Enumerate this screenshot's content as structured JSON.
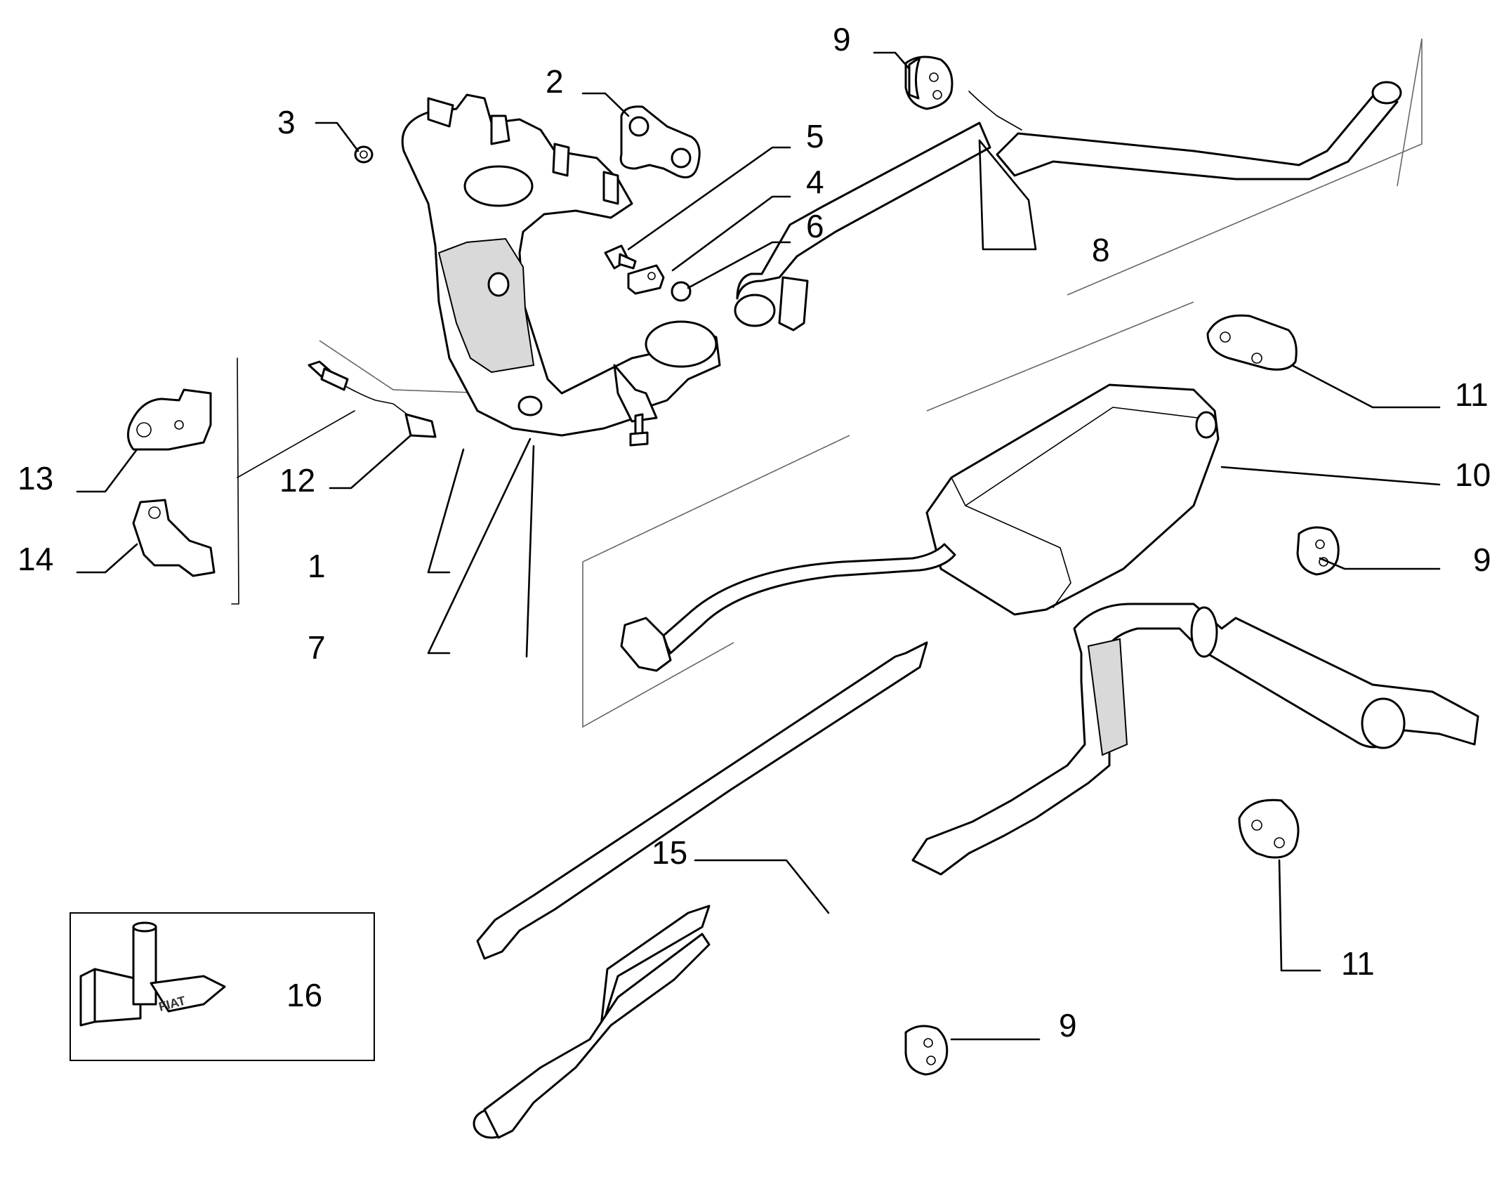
{
  "diagram": {
    "callouts": {
      "c1": "1",
      "c2": "2",
      "c3": "3",
      "c4": "4",
      "c5": "5",
      "c6": "6",
      "c7": "7",
      "c8": "8",
      "c9_top": "9",
      "c9_right": "9",
      "c9_bottom": "9",
      "c10": "10",
      "c11_top": "11",
      "c11_bottom": "11",
      "c12": "12",
      "c13": "13",
      "c14": "14",
      "c15": "15",
      "c16": "16"
    },
    "logo_text": "FIAT"
  }
}
